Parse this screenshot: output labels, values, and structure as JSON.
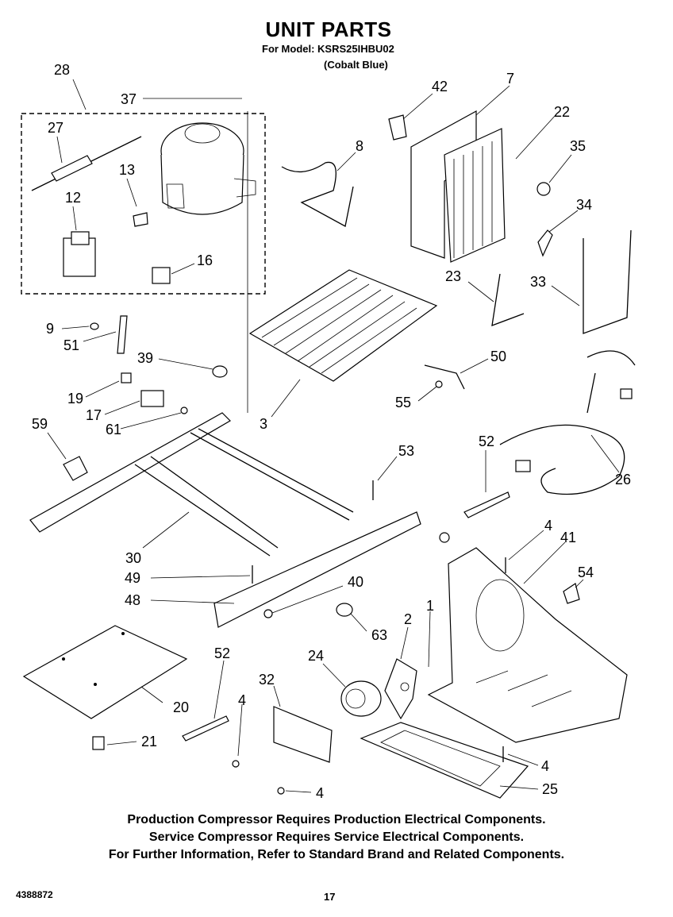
{
  "header": {
    "title": "UNIT PARTS",
    "model": "For Model: KSRS25IHBU02",
    "variant": "(Cobalt Blue)"
  },
  "callouts": [
    "28",
    "37",
    "27",
    "13",
    "12",
    "16",
    "42",
    "7",
    "22",
    "8",
    "35",
    "34",
    "23",
    "33",
    "9",
    "51",
    "39",
    "19",
    "17",
    "61",
    "3",
    "50",
    "55",
    "59",
    "52",
    "26",
    "53",
    "30",
    "49",
    "48",
    "40",
    "4",
    "41",
    "54",
    "63",
    "2",
    "1",
    "24",
    "52",
    "32",
    "4",
    "20",
    "21",
    "4",
    "25",
    "4"
  ],
  "notes": [
    "Production Compressor Requires Production Electrical Components.",
    "Service Compressor Requires Service Electrical Components.",
    "For Further Information, Refer to Standard Brand and Related Components."
  ],
  "footer": {
    "doc_number": "4388872",
    "page_number": "17"
  }
}
